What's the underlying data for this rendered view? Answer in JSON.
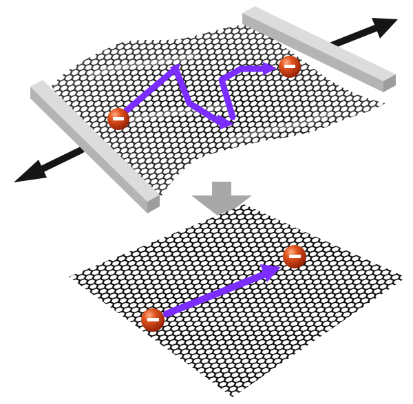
{
  "diagram": {
    "electron_sign": "−",
    "colors": {
      "background": "#ffffff",
      "lattice_fill": "#000000",
      "lattice_holes": "#ffffff",
      "electron": "#c83a10",
      "electron_highlight": "#ff8a5a",
      "path_arrow": "#7b2cff",
      "strain_arrow": "#111111",
      "clamp_top": "#d8d8d8",
      "clamp_side": "#a9a9a9",
      "process_arrow": "#a8a8a8"
    },
    "icons": [
      "electron-icon",
      "strain-arrow-icon",
      "process-arrow-icon",
      "clamp-bar-icon"
    ],
    "top_panel": {
      "state": "strained-rippled-graphene",
      "electron_count": 2,
      "path": "scattered-zigzag"
    },
    "bottom_panel": {
      "state": "flat-graphene",
      "electron_count": 2,
      "path": "straight-ballistic"
    }
  }
}
